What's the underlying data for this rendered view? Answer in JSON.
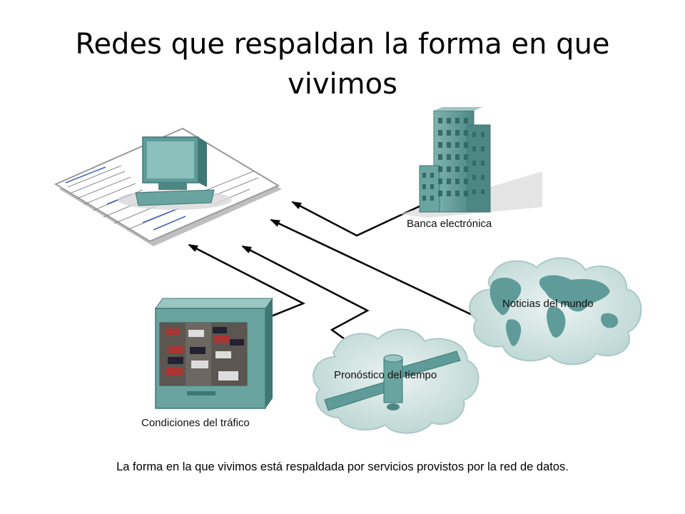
{
  "slide": {
    "title": "Redes que respaldan la forma en que vivimos",
    "caption": "La forma en la que vivimos está respaldada por servicios provistos por la red de datos."
  },
  "diagram": {
    "nodes": [
      {
        "id": "computer",
        "label": "",
        "icon": "computer-with-webpage-icon"
      },
      {
        "id": "banking",
        "label": "Banca electrónica",
        "icon": "office-building-icon"
      },
      {
        "id": "news",
        "label": "Noticias del mundo",
        "icon": "world-map-cloud-icon"
      },
      {
        "id": "weather",
        "label": "Pronóstico del tiempo",
        "icon": "satellite-cloud-icon"
      },
      {
        "id": "traffic",
        "label": "Condiciones del tráfico",
        "icon": "traffic-monitor-icon"
      }
    ],
    "edges": [
      {
        "from": "banking",
        "to": "computer"
      },
      {
        "from": "news",
        "to": "computer"
      },
      {
        "from": "weather",
        "to": "computer"
      },
      {
        "from": "traffic",
        "to": "computer"
      }
    ]
  },
  "colors": {
    "teal": "#5f9b98",
    "teal_dark": "#3f7774",
    "teal_light": "#9cc6c3",
    "cloud": "#d6e6e4",
    "arrow": "#000000"
  }
}
